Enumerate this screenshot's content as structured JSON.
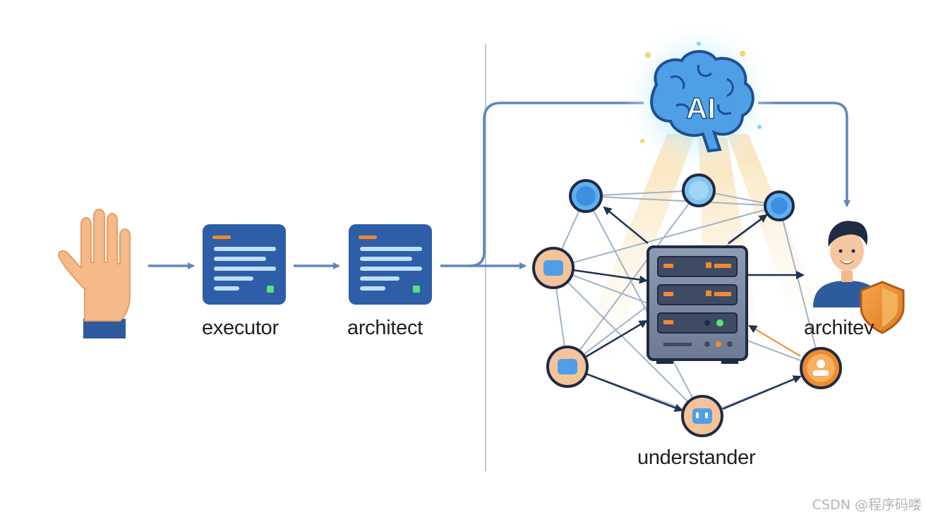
{
  "labels": {
    "executor": "executor",
    "architect": "architect",
    "architev": "architev",
    "understander": "understander"
  },
  "ai_badge": "AI",
  "watermark": "CSDN @程序码喽",
  "icons": [
    "hand-icon",
    "document-card-icon",
    "brain-icon",
    "server-icon",
    "person-icon",
    "shield-icon",
    "network-node-icon"
  ],
  "colors": {
    "arrow": "#5f86bd",
    "node_fill": "#5fb0f0",
    "node_ring": "#1f2a44",
    "card": "#2e5ea8",
    "orange": "#f08a2e",
    "skin": "#f5b98a",
    "sleeve": "#2e5a9e"
  }
}
